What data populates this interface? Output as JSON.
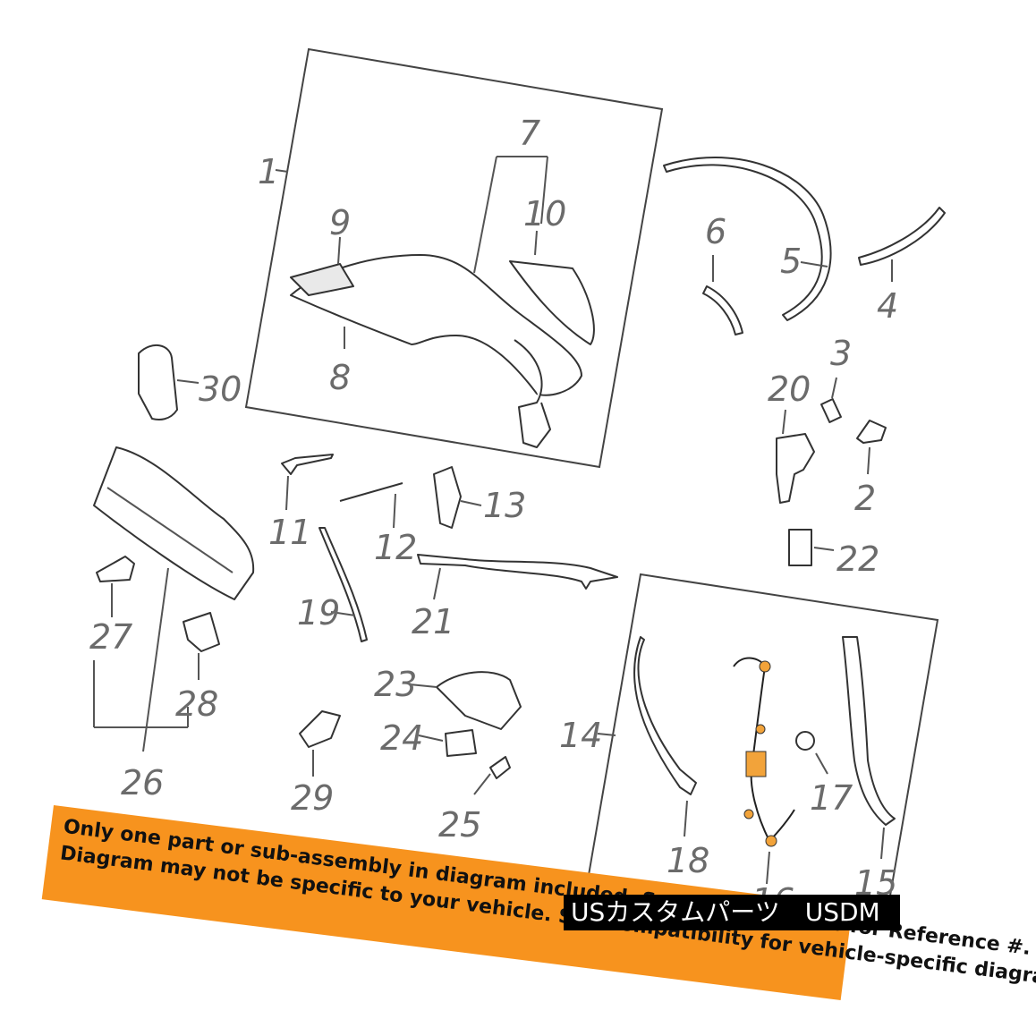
{
  "callouts": {
    "c1": "1",
    "c2": "2",
    "c3": "3",
    "c4": "4",
    "c5": "5",
    "c6": "6",
    "c7": "7",
    "c8": "8",
    "c9": "9",
    "c10": "10",
    "c11": "11",
    "c12": "12",
    "c13": "13",
    "c14": "14",
    "c15": "15",
    "c16": "16",
    "c17": "17",
    "c18": "18",
    "c19": "19",
    "c20": "20",
    "c21": "21",
    "c22": "22",
    "c23": "23",
    "c24": "24",
    "c25": "25",
    "c26": "26",
    "c27": "27",
    "c28": "28",
    "c29": "29",
    "c30": "30"
  },
  "banner": {
    "line1": "Only one part or sub-assembly in diagram included. See Item Specifics for Reference #.",
    "line2": "Diagram may not be specific to your vehicle. See Compatibility for vehicle-specific diagrams.",
    "color": "#f7931e"
  },
  "watermark": {
    "text": "USカスタムパーツ　USDM"
  },
  "highlight_color": "#f2a33a"
}
